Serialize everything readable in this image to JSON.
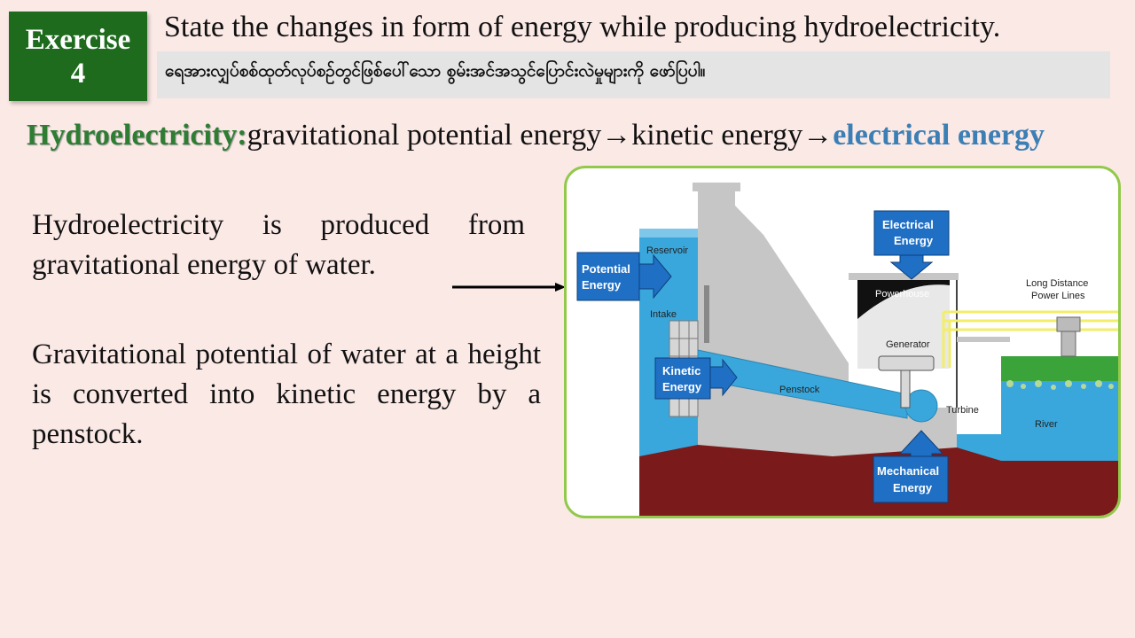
{
  "exercise": {
    "label": "Exercise",
    "number": "4"
  },
  "question": {
    "english": "State the changes in form of energy while producing hydroelectricity.",
    "myanmar": "ရေအားလျှပ်စစ်ထုတ်လုပ်စဉ်တွင်ဖြစ်ပေါ်သော စွမ်းအင်အသွင်ပြောင်းလဲမှုများကို ဖော်ပြပါ။"
  },
  "energy_chain": {
    "term": "Hydroelectricity:",
    "step1": "gravitational potential energy",
    "arrow1": "→",
    "step2": "kinetic energy",
    "arrow2": "→",
    "step3": "electrical energy"
  },
  "paragraphs": {
    "p1": "Hydroelectricity is produced from gravitational energy of water.",
    "p2": "Gravitational potential of water at a height is converted into kinetic energy by a penstock."
  },
  "diagram": {
    "labels": {
      "reservoir": "Reservoir",
      "intake": "Intake",
      "penstock": "Penstock",
      "powerhouse": "Powerhouse",
      "generator": "Generator",
      "turbine": "Turbine",
      "river": "River",
      "power_lines_1": "Long Distance",
      "power_lines_2": "Power Lines"
    },
    "boxes": {
      "potential_1": "Potential",
      "potential_2": "Energy",
      "kinetic_1": "Kinetic",
      "kinetic_2": "Energy",
      "electrical_1": "Electrical",
      "electrical_2": "Energy",
      "mechanical_1": "Mechanical",
      "mechanical_2": "Energy"
    },
    "colors": {
      "water": "#3aa7dc",
      "concrete": "#c6c6c6",
      "ground": "#7a1a1a",
      "energy_box": "#1f6fc4",
      "grass": "#3aa33a"
    }
  }
}
